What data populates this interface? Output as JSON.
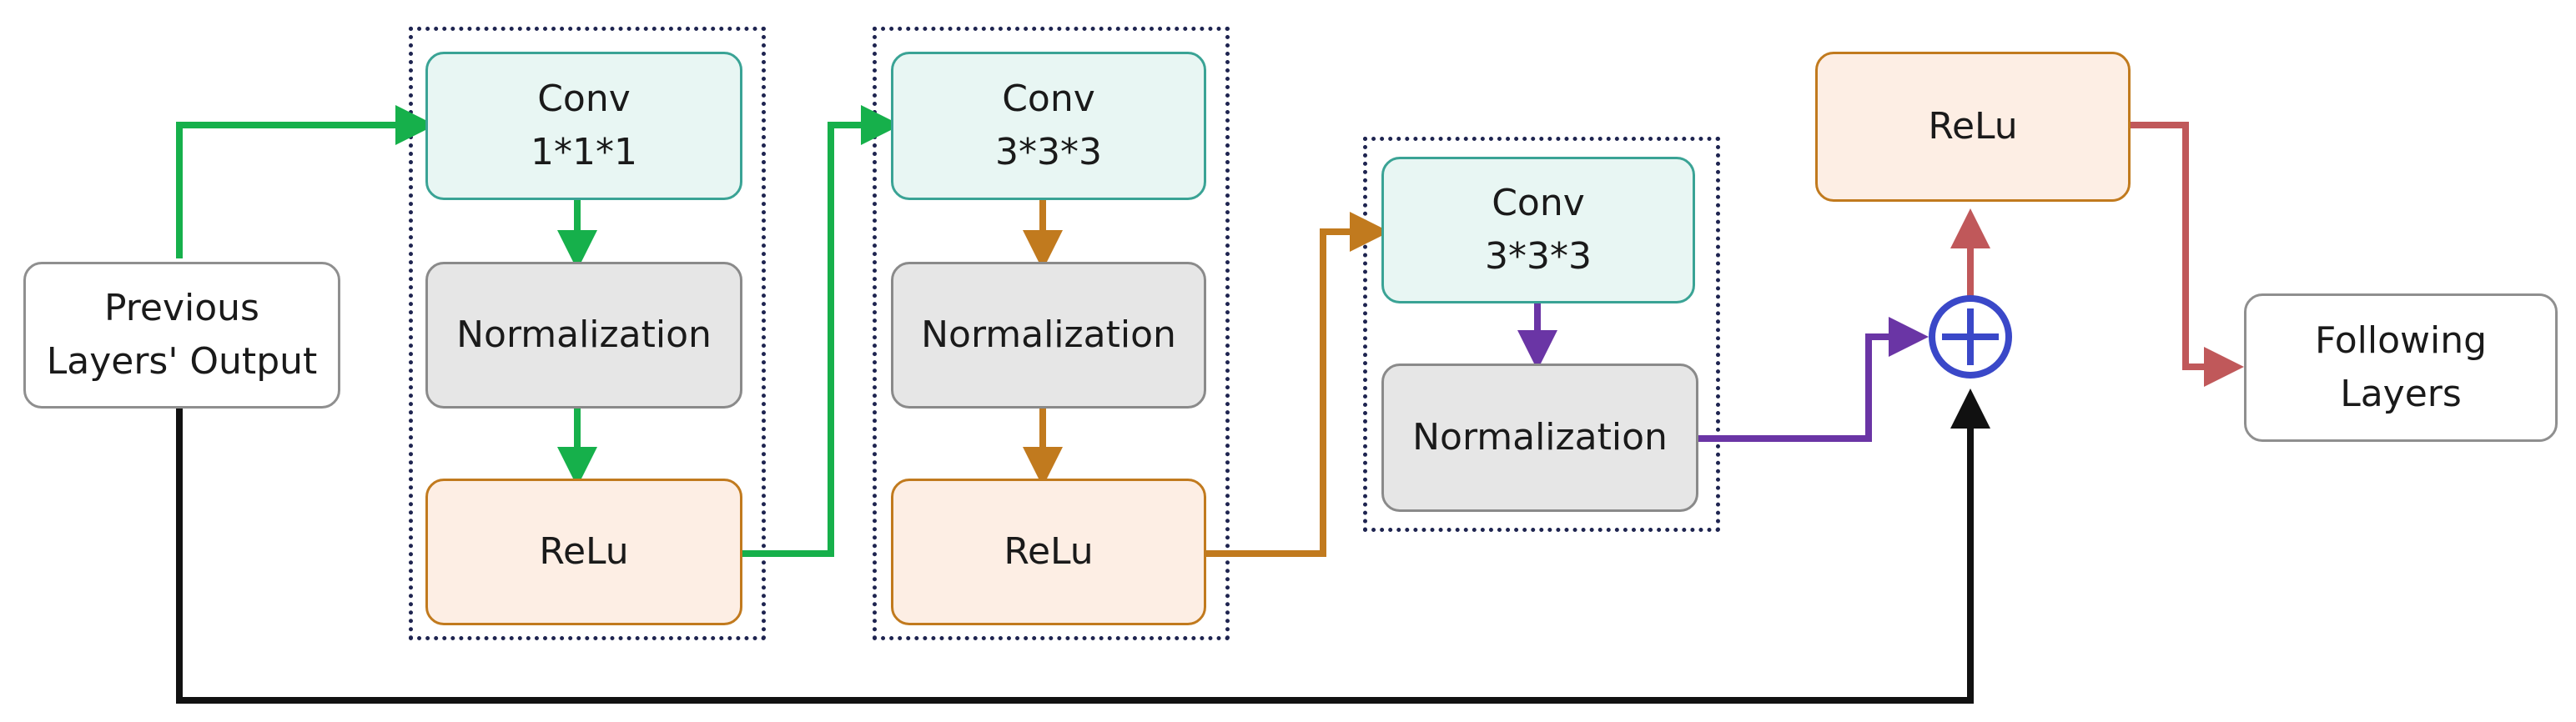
{
  "nodes": {
    "previous_output": "Previous\nLayers' Output",
    "block1": {
      "conv": "Conv\n1*1*1",
      "norm": "Normalization",
      "relu": "ReLu"
    },
    "block2": {
      "conv": "Conv\n3*3*3",
      "norm": "Normalization",
      "relu": "ReLu"
    },
    "block3": {
      "conv": "Conv\n3*3*3",
      "norm": "Normalization"
    },
    "final_relu": "ReLu",
    "following_layers": "Following\nLayers"
  },
  "colors": {
    "green_path": "#16b04b",
    "orange_path": "#c17a1e",
    "purple_path": "#6a35a5",
    "red_path": "#c0585a",
    "skip_path": "#111111",
    "adder": "#3a48c8"
  },
  "icons": {
    "adder": "circle-plus-icon"
  }
}
